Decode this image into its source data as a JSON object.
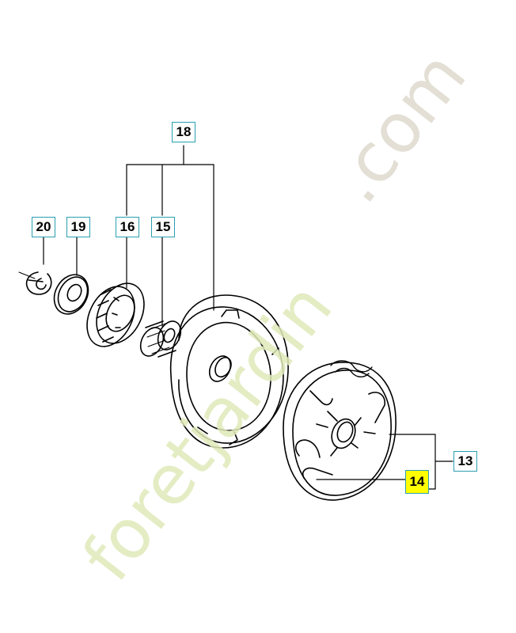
{
  "diagram": {
    "callouts": {
      "c18": "18",
      "c20": "20",
      "c19": "19",
      "c16": "16",
      "c15": "15",
      "c13": "13",
      "c14": "14"
    },
    "highlighted_callout": "14",
    "colors": {
      "callout_border": "#2b9fb0",
      "highlight": "#ffff00",
      "line": "#000000",
      "watermark_green": "#dfe9b8",
      "watermark_grey": "#e0dbd0"
    }
  },
  "watermark": {
    "text_green": "foretjardin",
    "text_grey": ".com"
  }
}
